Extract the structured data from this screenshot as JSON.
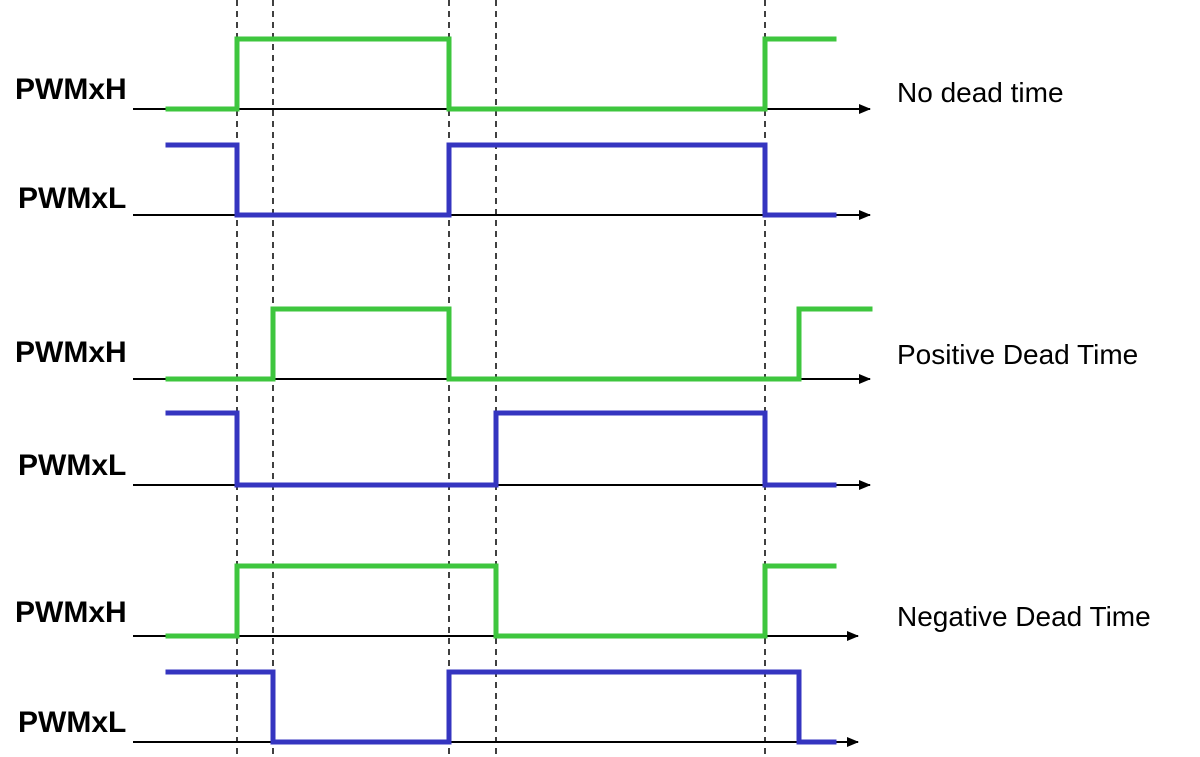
{
  "colors": {
    "high_side": "#3ec63e",
    "low_side": "#3535c0",
    "axis": "#000000"
  },
  "groups": [
    {
      "label": "No dead time",
      "high": {
        "label": "PWMxH",
        "start_level": 0,
        "transitions": [
          237,
          449,
          765
        ]
      },
      "low": {
        "label": "PWMxL",
        "start_level": 1,
        "transitions": [
          237,
          449,
          765
        ]
      }
    },
    {
      "label": "Positive Dead Time",
      "high": {
        "label": "PWMxH",
        "start_level": 0,
        "transitions": [
          273,
          449,
          799
        ]
      },
      "low": {
        "label": "PWMxL",
        "start_level": 1,
        "transitions": [
          237,
          496,
          765
        ]
      }
    },
    {
      "label": "Negative Dead Time",
      "high": {
        "label": "PWMxH",
        "start_level": 0,
        "transitions": [
          237,
          496,
          765
        ]
      },
      "low": {
        "label": "PWMxL",
        "start_level": 1,
        "transitions": [
          273,
          449,
          799
        ]
      }
    }
  ],
  "time_markers": [
    237,
    273,
    449,
    496,
    765
  ]
}
